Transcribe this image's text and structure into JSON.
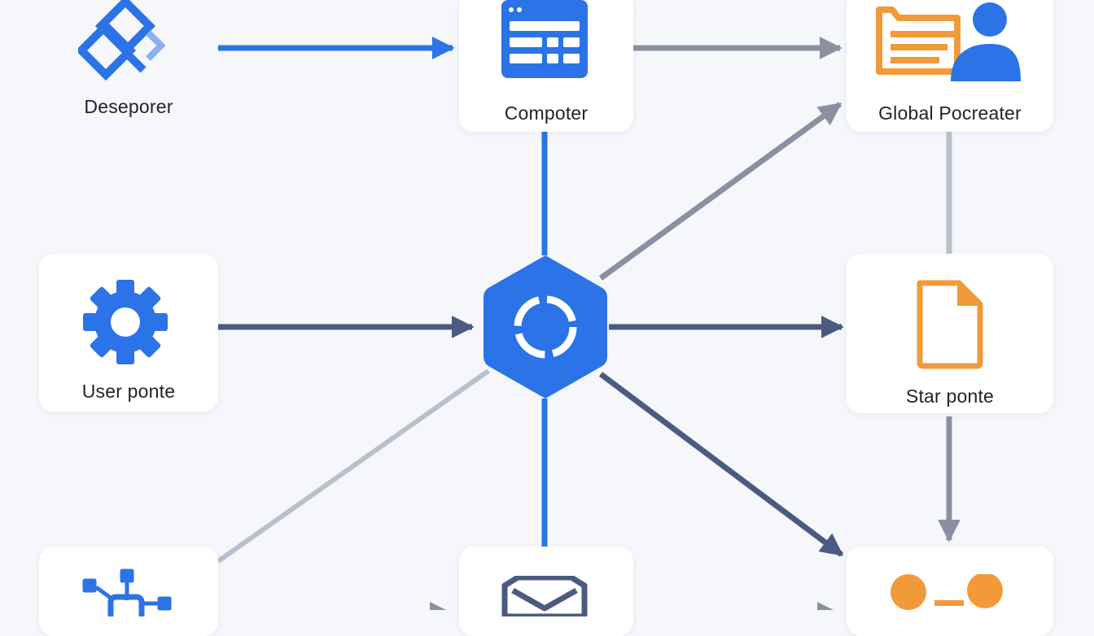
{
  "nodes": {
    "developer": {
      "label": "Deseporer"
    },
    "computer": {
      "label": "Compoter"
    },
    "global": {
      "label": "Global Pocreater"
    },
    "user": {
      "label": "User ponte"
    },
    "star": {
      "label": "Star ponte"
    }
  },
  "colors": {
    "primary_blue": "#2b73e6",
    "navy": "#4b5a80",
    "gray": "#8a90a2",
    "light_gray": "#b9bfcc",
    "orange": "#f29a3a"
  }
}
